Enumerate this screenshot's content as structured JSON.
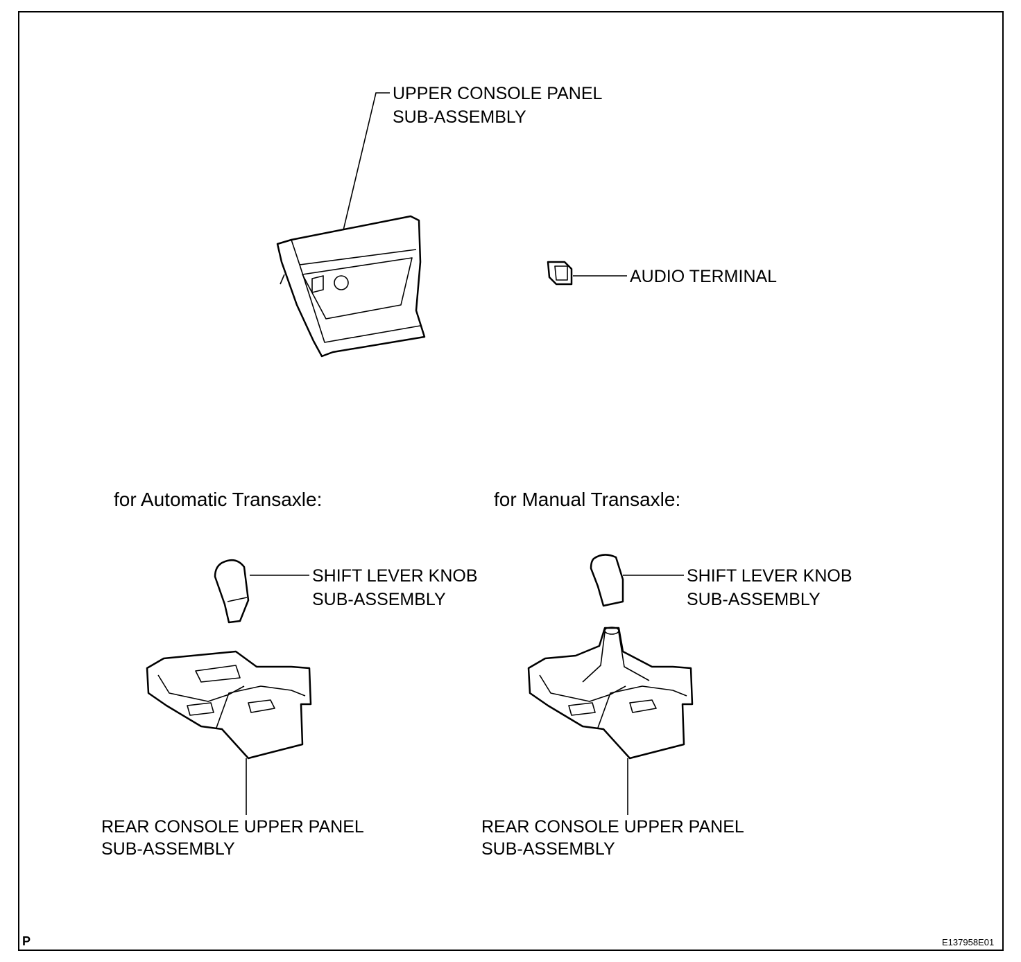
{
  "labels": {
    "upper_console_line1": "UPPER CONSOLE PANEL",
    "upper_console_line2": "SUB-ASSEMBLY",
    "audio_terminal": "AUDIO TERMINAL",
    "auto_knob_line1": "SHIFT LEVER KNOB",
    "auto_knob_line2": "SUB-ASSEMBLY",
    "manual_knob_line1": "SHIFT LEVER KNOB",
    "manual_knob_line2": "SUB-ASSEMBLY",
    "auto_rear_line1": "REAR CONSOLE UPPER PANEL",
    "auto_rear_line2": "SUB-ASSEMBLY",
    "manual_rear_line1": "REAR CONSOLE UPPER PANEL",
    "manual_rear_line2": "SUB-ASSEMBLY"
  },
  "sections": {
    "automatic": "for Automatic Transaxle:",
    "manual": "for Manual Transaxle:"
  },
  "footer": {
    "corner_mark": "P",
    "figure_code": "E137958E01"
  }
}
